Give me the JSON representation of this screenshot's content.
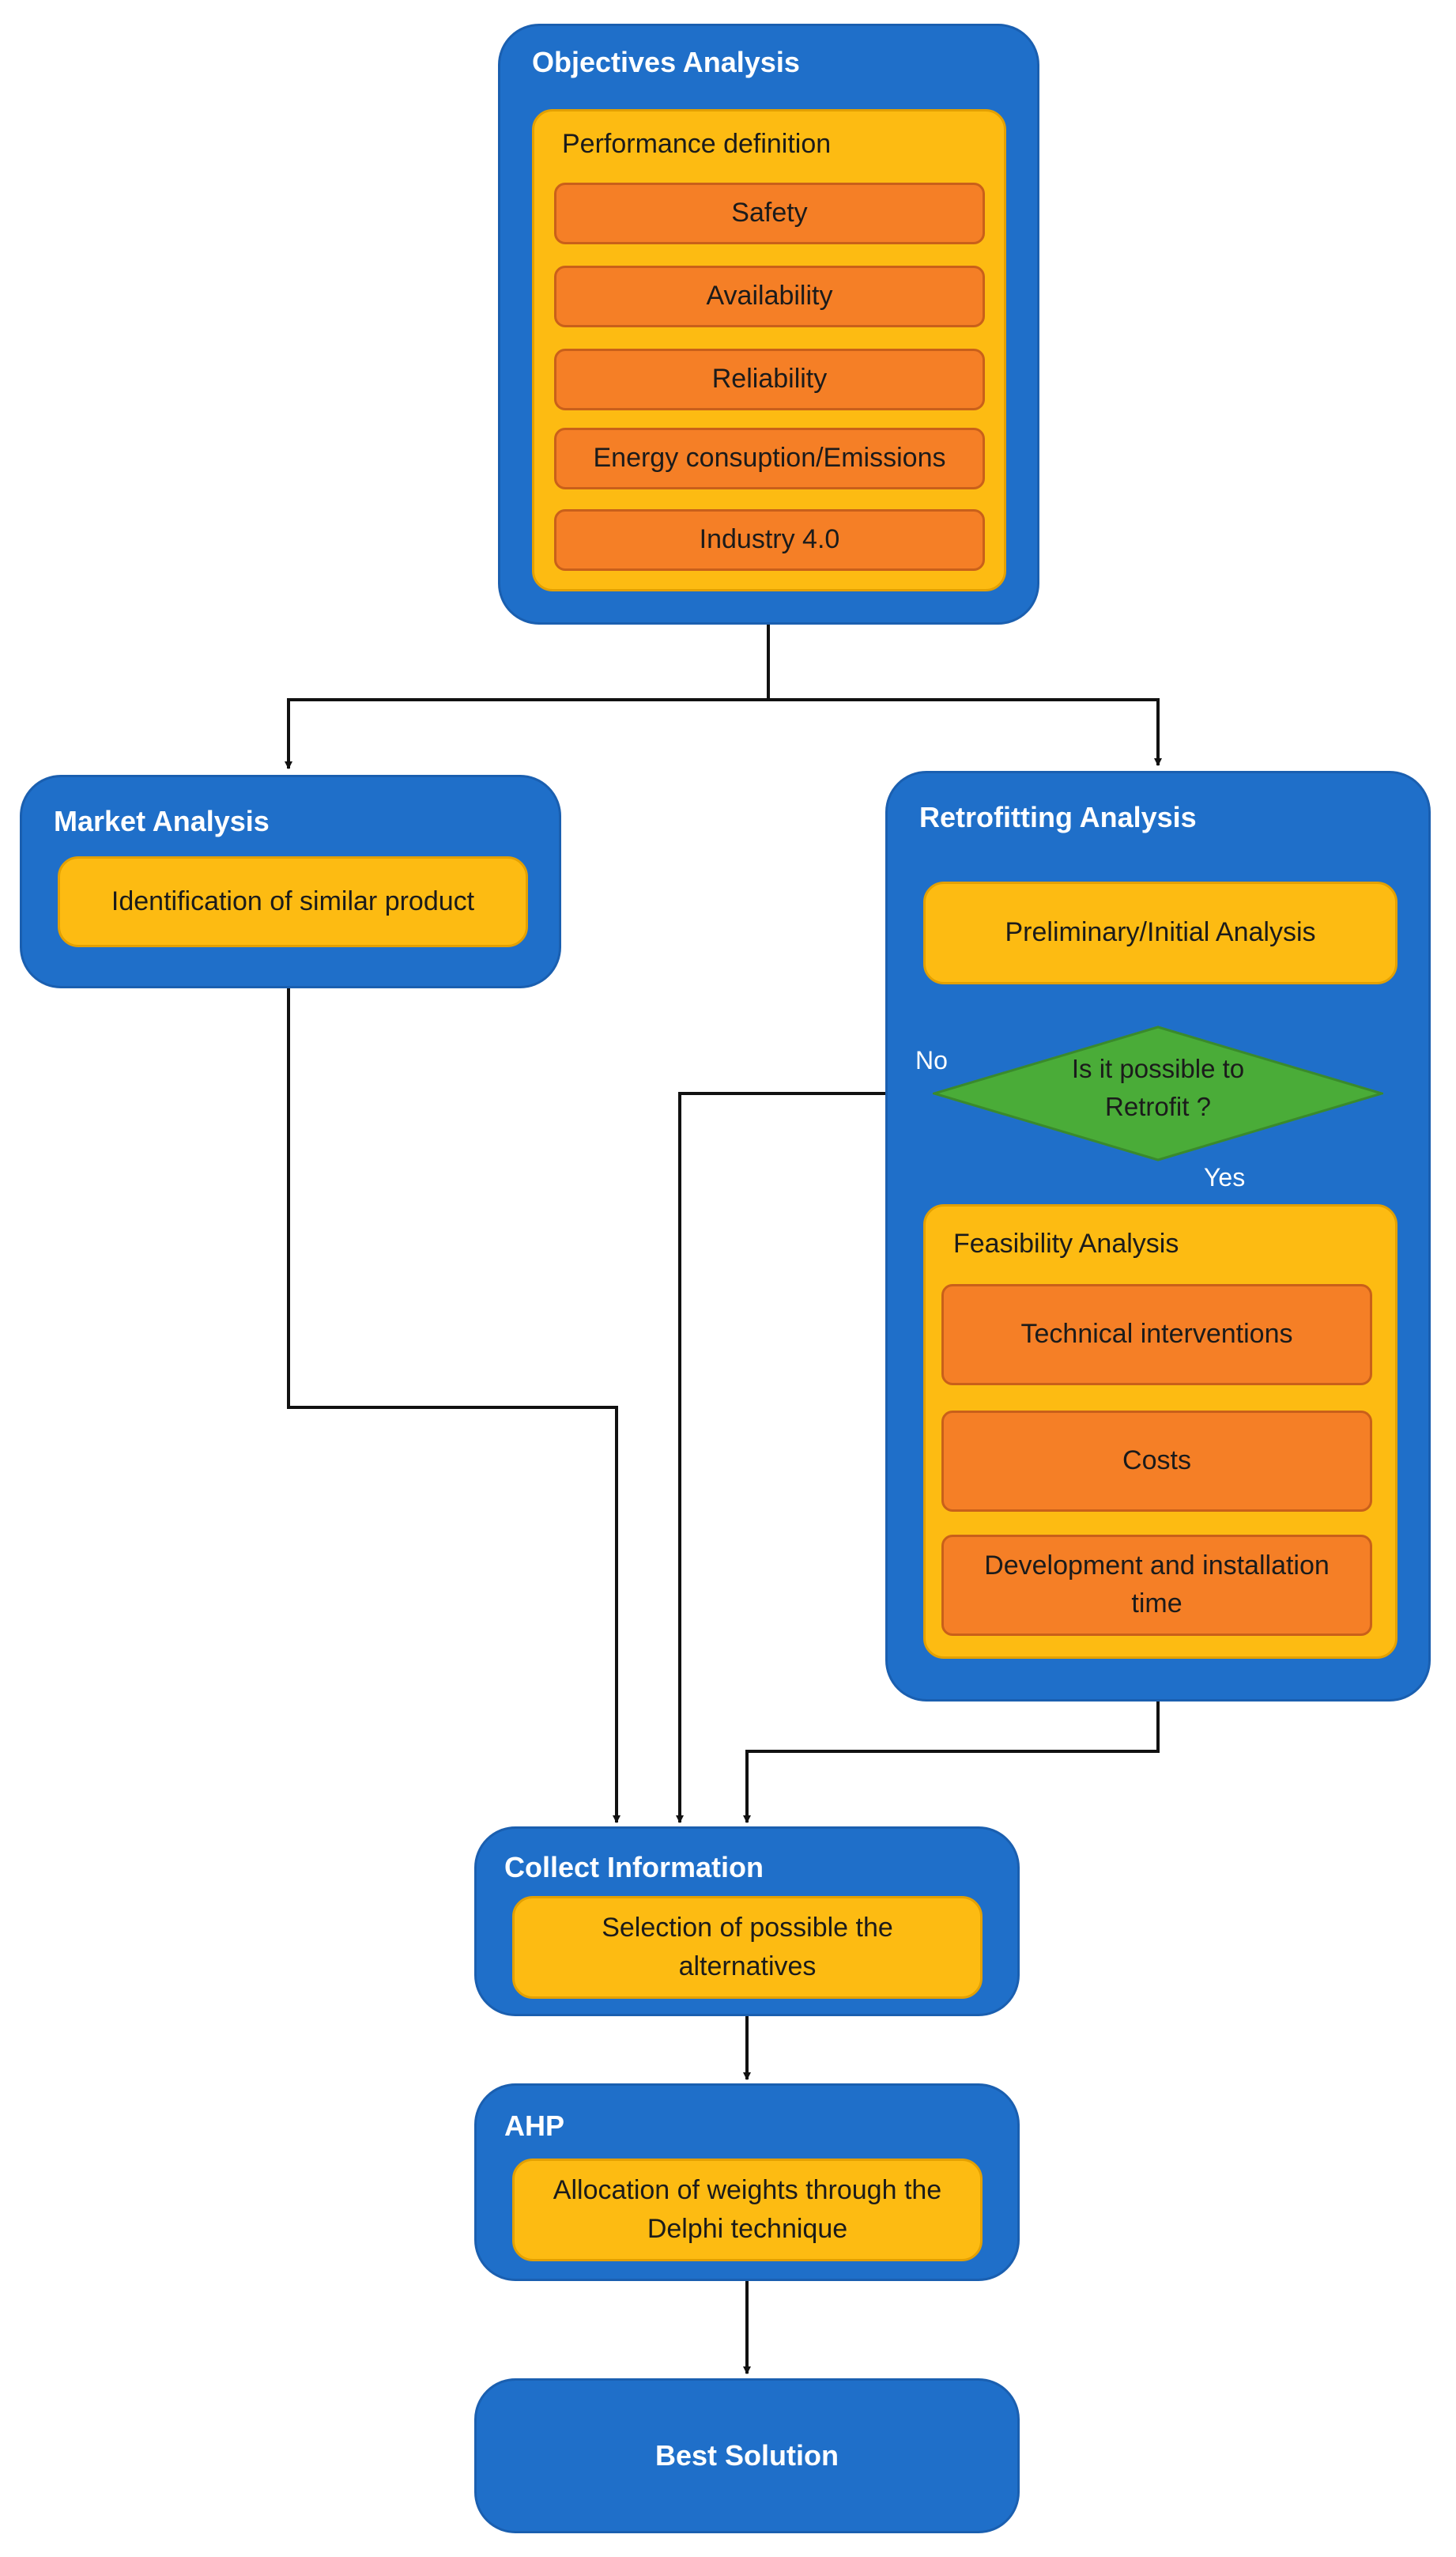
{
  "objectives": {
    "title": "Objectives Analysis",
    "performance_title": "Performance definition",
    "items": [
      "Safety",
      "Availability",
      "Reliability",
      "Energy consuption/Emissions",
      "Industry 4.0"
    ]
  },
  "market": {
    "title": "Market Analysis",
    "item": "Identification of similar product"
  },
  "retrofitting": {
    "title": "Retrofitting Analysis",
    "preliminary": "Preliminary/Initial Analysis",
    "decision": "Is it possible to Retrofit ?",
    "no_label": "No",
    "yes_label": "Yes",
    "feasibility_title": "Feasibility Analysis",
    "feasibility_items": [
      "Technical interventions",
      "Costs",
      "Development and installation time"
    ]
  },
  "collect": {
    "title": "Collect Information",
    "item": "Selection of possible the alternatives"
  },
  "ahp": {
    "title": "AHP",
    "item": "Allocation of weights through the Delphi technique"
  },
  "best": {
    "title": "Best Solution"
  },
  "colors": {
    "container": "#1f6fc9",
    "panel": "#fdbb12",
    "item": "#f57f26",
    "decision": "#4aac38"
  }
}
